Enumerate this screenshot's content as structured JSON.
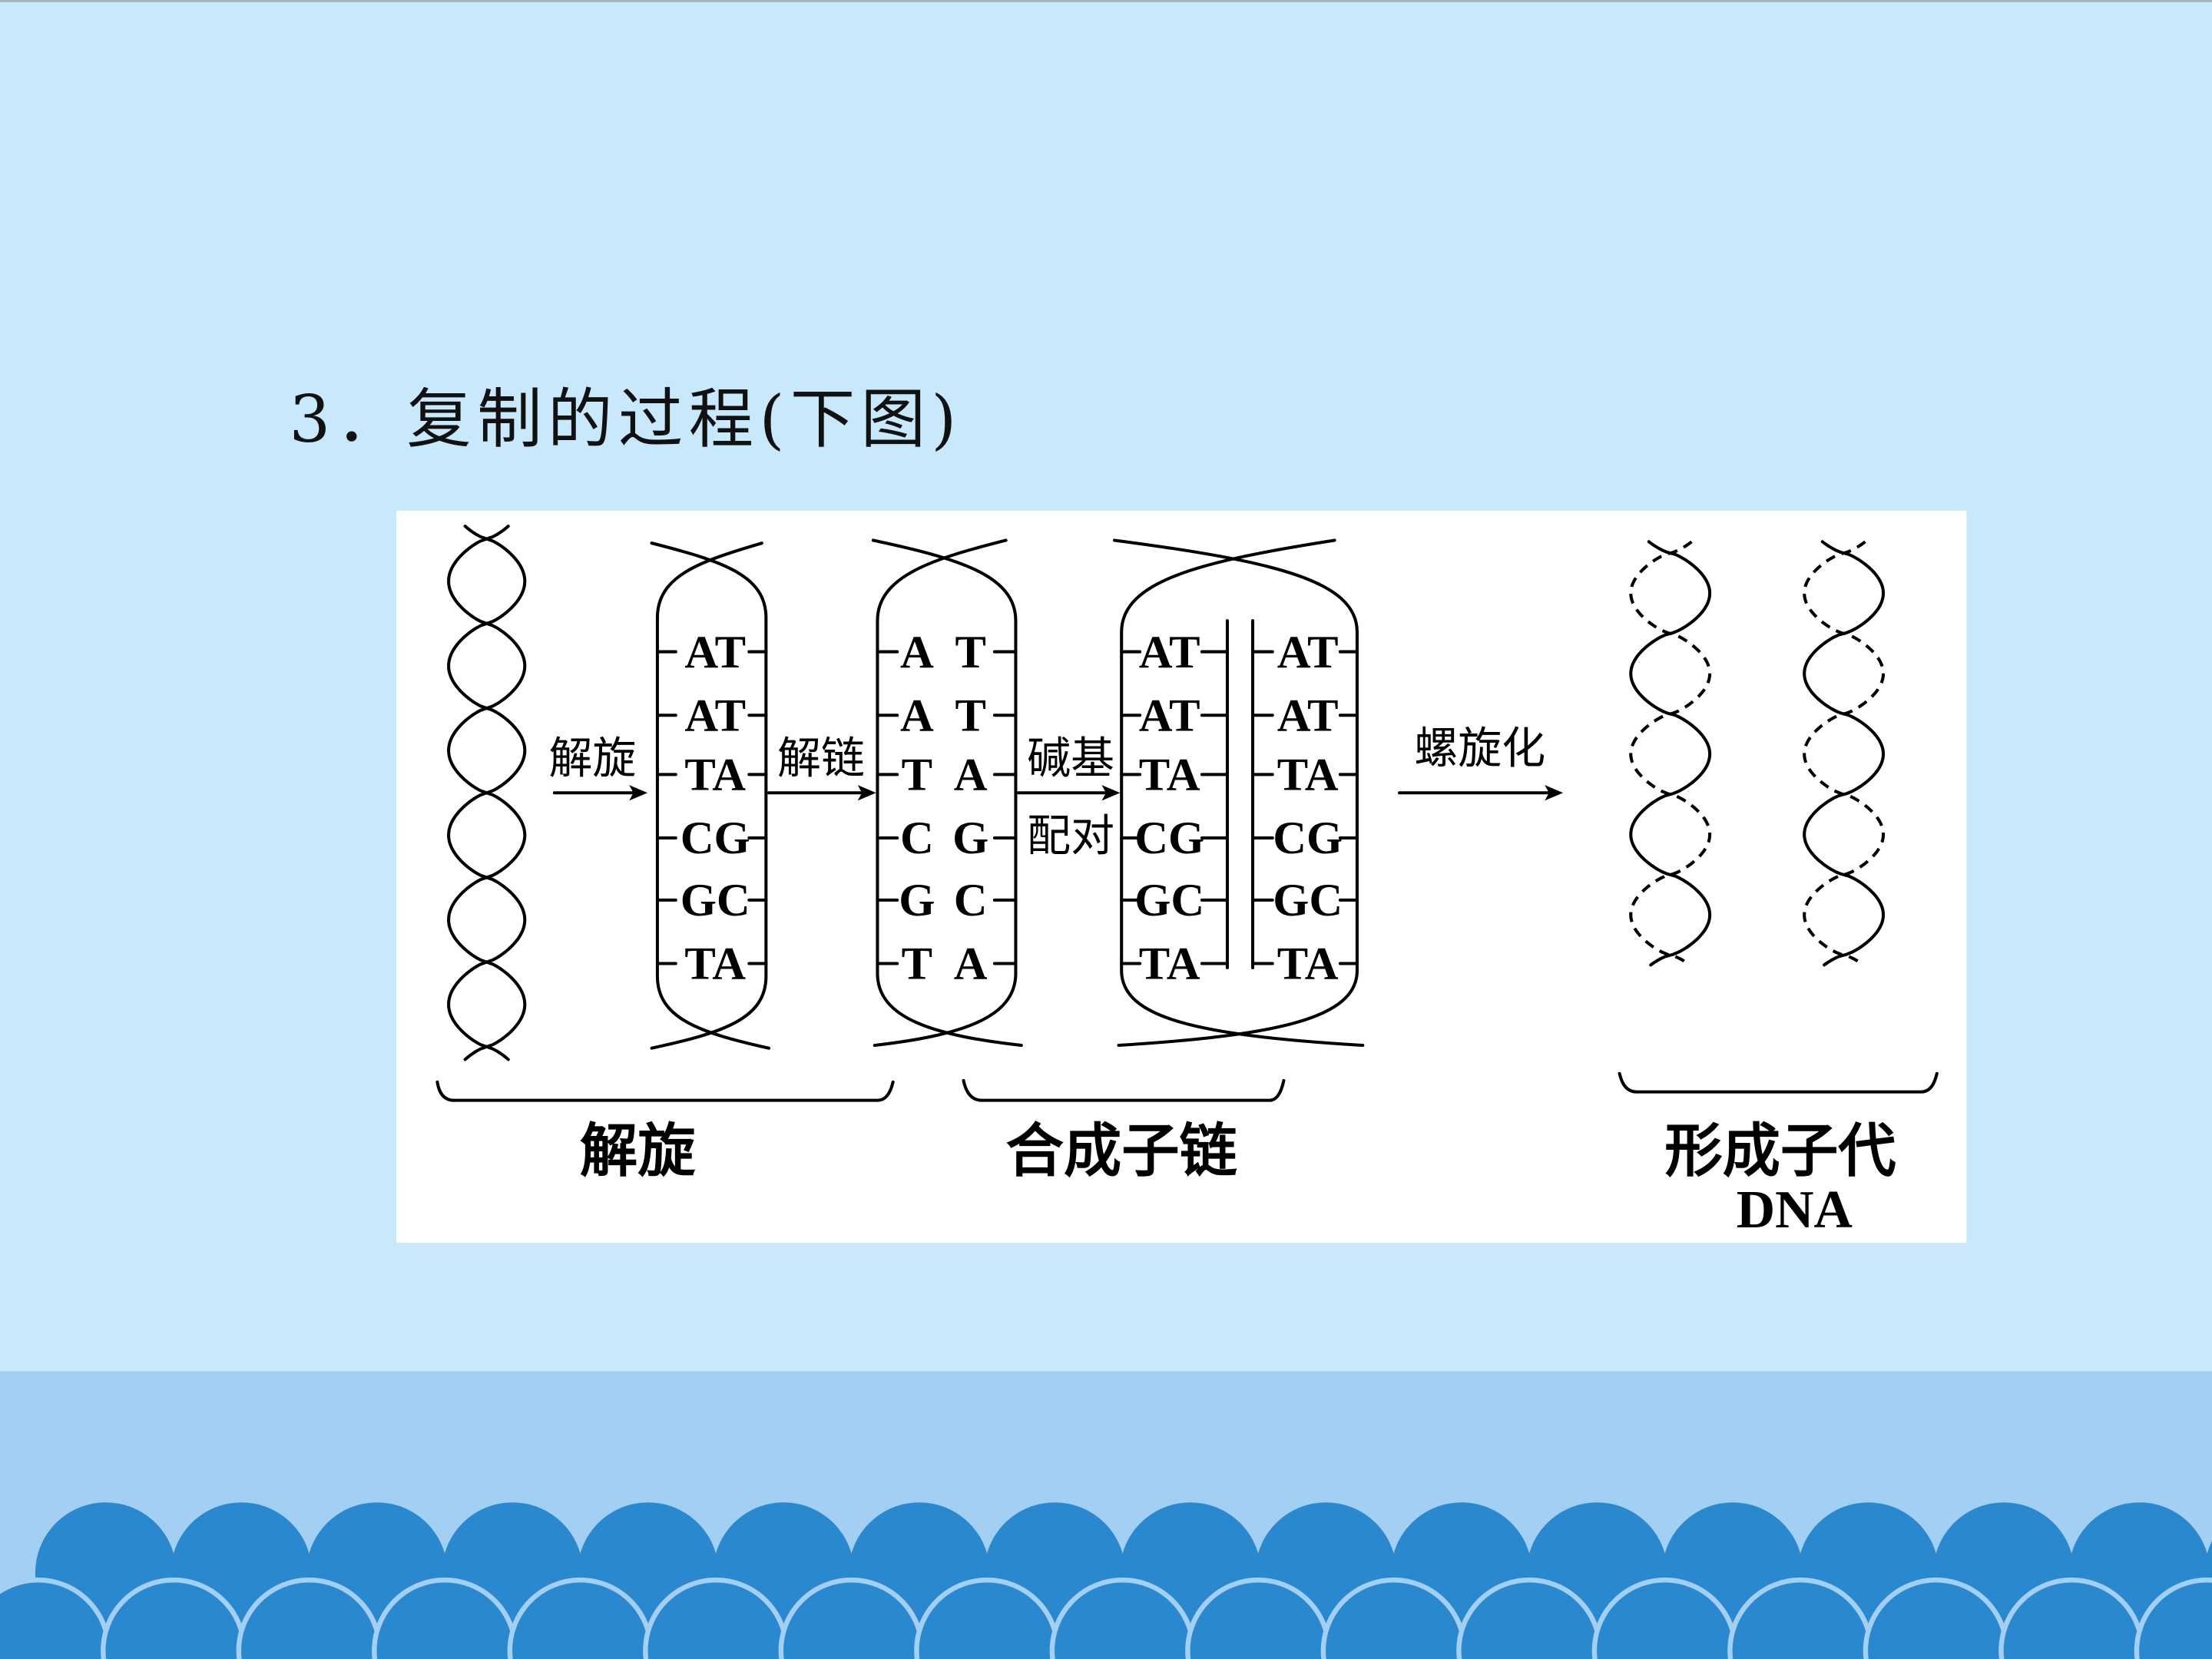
{
  "slide": {
    "title": "3．复制的过程(下图)"
  },
  "diagram": {
    "arrow_labels": {
      "unwind": "解旋",
      "separate": "解链",
      "pairing_top": "碱基",
      "pairing_bottom": "配对",
      "respiral": "螺旋化"
    },
    "unwound_pairs": [
      "AT",
      "AT",
      "TA",
      "CG",
      "GC",
      "TA"
    ],
    "separated_strands": {
      "left": [
        "A",
        "A",
        "T",
        "C",
        "G",
        "T"
      ],
      "right": [
        "T",
        "T",
        "A",
        "G",
        "C",
        "A"
      ]
    },
    "synthesized_left_pairs": [
      "AT",
      "AT",
      "TA",
      "CG",
      "GC",
      "TA"
    ],
    "synthesized_right_pairs": [
      "AT",
      "AT",
      "TA",
      "CG",
      "GC",
      "TA"
    ],
    "stage_labels": {
      "unwind": "解旋",
      "synthesize": "合成子链",
      "daughter": "形成子代",
      "daughter_sub": "DNA"
    }
  },
  "colors": {
    "slide_background": "#C7E9FB",
    "top_rule": "#A9B3BB",
    "footer_band": "#A2CFF2",
    "wave_fill": "#2A88CF",
    "diagram_background": "#FFFFFF",
    "arrow_fill": "#000000"
  }
}
